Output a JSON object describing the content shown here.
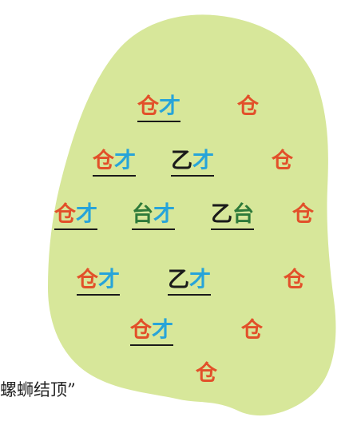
{
  "rows": [
    {
      "pair1": {
        "left": "仓",
        "right": "才"
      },
      "single": "仓"
    },
    {
      "pair1": {
        "left": "仓",
        "right": "才"
      },
      "pair2": {
        "left": "乙",
        "right": "才"
      },
      "single": "仓"
    },
    {
      "pair1": {
        "left": "仓",
        "right": "才"
      },
      "pair2": {
        "left": "台",
        "right": "才"
      },
      "pair3": {
        "left": "乙",
        "right": "台"
      },
      "single": "仓"
    },
    {
      "pair1": {
        "left": "仓",
        "right": "才"
      },
      "pair2": {
        "left": "乙",
        "right": "才"
      },
      "single": "仓"
    },
    {
      "pair1": {
        "left": "仓",
        "right": "才"
      },
      "single": "仓"
    },
    {
      "single": "仓"
    }
  ],
  "caption": "螺蛳结顶”",
  "colors": {
    "blob": "#d7e79a",
    "red": "#e2502a",
    "blue": "#27a4d9",
    "green": "#2e7a3a",
    "black": "#1a1a1a"
  }
}
